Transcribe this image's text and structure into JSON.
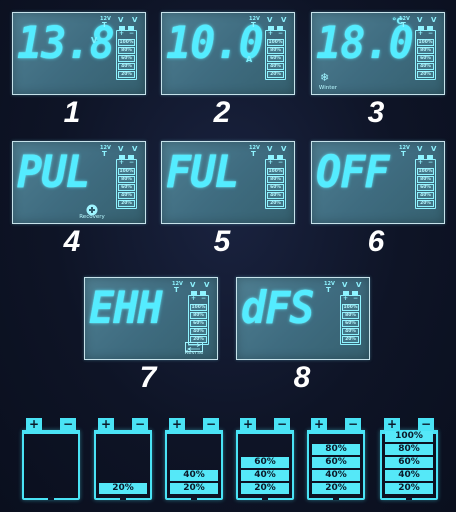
{
  "screens": [
    {
      "n": "1",
      "text": "13.8",
      "unit": "V",
      "level": "12V",
      "bars": [
        "100%",
        "80%",
        "60%",
        "40%",
        "20%"
      ]
    },
    {
      "n": "2",
      "text": "10.0",
      "unit": "A",
      "level": "12V",
      "bars": [
        "100%",
        "80%",
        "60%",
        "40%",
        "20%"
      ]
    },
    {
      "n": "3",
      "text": "18.0",
      "unit": "°C",
      "level": "12V",
      "bars": [
        "100%",
        "80%",
        "60%",
        "40%",
        "20%"
      ],
      "mode": "Winter"
    },
    {
      "n": "4",
      "text": "PUL",
      "unit": "",
      "level": "12V",
      "bars": [
        "100%",
        "80%",
        "60%",
        "40%",
        "20%"
      ],
      "mode": "Recovery"
    },
    {
      "n": "5",
      "text": "FUL",
      "unit": "",
      "level": "12V",
      "bars": [
        "100%",
        "80%",
        "60%",
        "40%",
        "20%"
      ]
    },
    {
      "n": "6",
      "text": "OFF",
      "unit": "",
      "level": "12V",
      "bars": [
        "100%",
        "80%",
        "60%",
        "40%",
        "20%"
      ]
    },
    {
      "n": "7",
      "text": "EHH",
      "unit": "",
      "level": "12V",
      "bars": [
        "100%",
        "80%",
        "60%",
        "40%",
        "20%"
      ],
      "mode": "Revrse"
    },
    {
      "n": "8",
      "text": "dFS",
      "unit": "",
      "level": "12V",
      "bars": [
        "100%",
        "80%",
        "60%",
        "40%",
        "20%"
      ]
    }
  ],
  "batteries": [
    {
      "bars": []
    },
    {
      "bars": [
        "20%"
      ]
    },
    {
      "bars": [
        "40%",
        "20%"
      ]
    },
    {
      "bars": [
        "60%",
        "40%",
        "20%"
      ]
    },
    {
      "bars": [
        "80%",
        "60%",
        "40%",
        "20%"
      ]
    },
    {
      "bars": [
        "100%",
        "80%",
        "60%",
        "40%",
        "20%"
      ]
    }
  ],
  "icons": {
    "terminal_plus": "+",
    "terminal_minus": "−",
    "v_symbol": "V",
    "winter": "snowflake-icon",
    "recovery": "shield-plus-icon",
    "reverse": "reverse-arrows-icon"
  },
  "colors": {
    "segment": "#54ecff",
    "screen": "#3f6c80",
    "battery": "#4ae3f5"
  }
}
